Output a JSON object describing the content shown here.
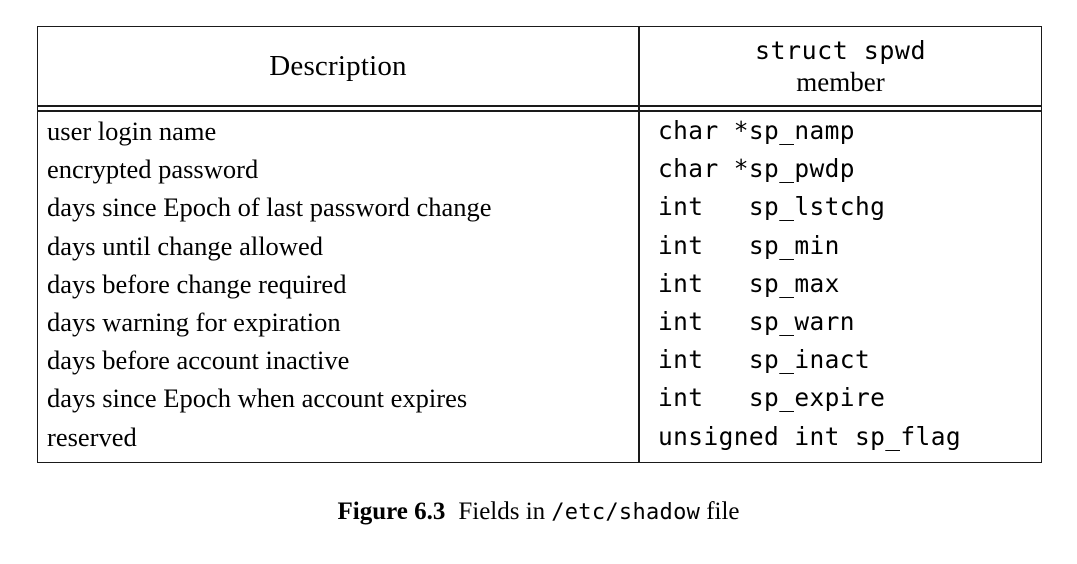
{
  "figure": {
    "caption_label": "Figure 6.3",
    "caption_text_before": "Fields in",
    "caption_mono": "/etc/shadow",
    "caption_text_after": "file"
  },
  "table": {
    "columns": {
      "description_header": "Description",
      "member_header_line1": "struct spwd",
      "member_header_line2": "member"
    },
    "rows": [
      {
        "description": "user login name",
        "member": "char *sp_namp"
      },
      {
        "description": "encrypted password",
        "member": "char *sp_pwdp"
      },
      {
        "description": "days since Epoch of last password change",
        "member": "int   sp_lstchg"
      },
      {
        "description": "days until change allowed",
        "member": "int   sp_min"
      },
      {
        "description": "days before change required",
        "member": "int   sp_max"
      },
      {
        "description": "days warning for expiration",
        "member": "int   sp_warn"
      },
      {
        "description": "days before account inactive",
        "member": "int   sp_inact"
      },
      {
        "description": "days since Epoch when account expires",
        "member": "int   sp_expire"
      },
      {
        "description": "reserved",
        "member": "unsigned int sp_flag"
      }
    ]
  },
  "colors": {
    "ink": "#1a1a1a",
    "paper": "#ffffff"
  }
}
